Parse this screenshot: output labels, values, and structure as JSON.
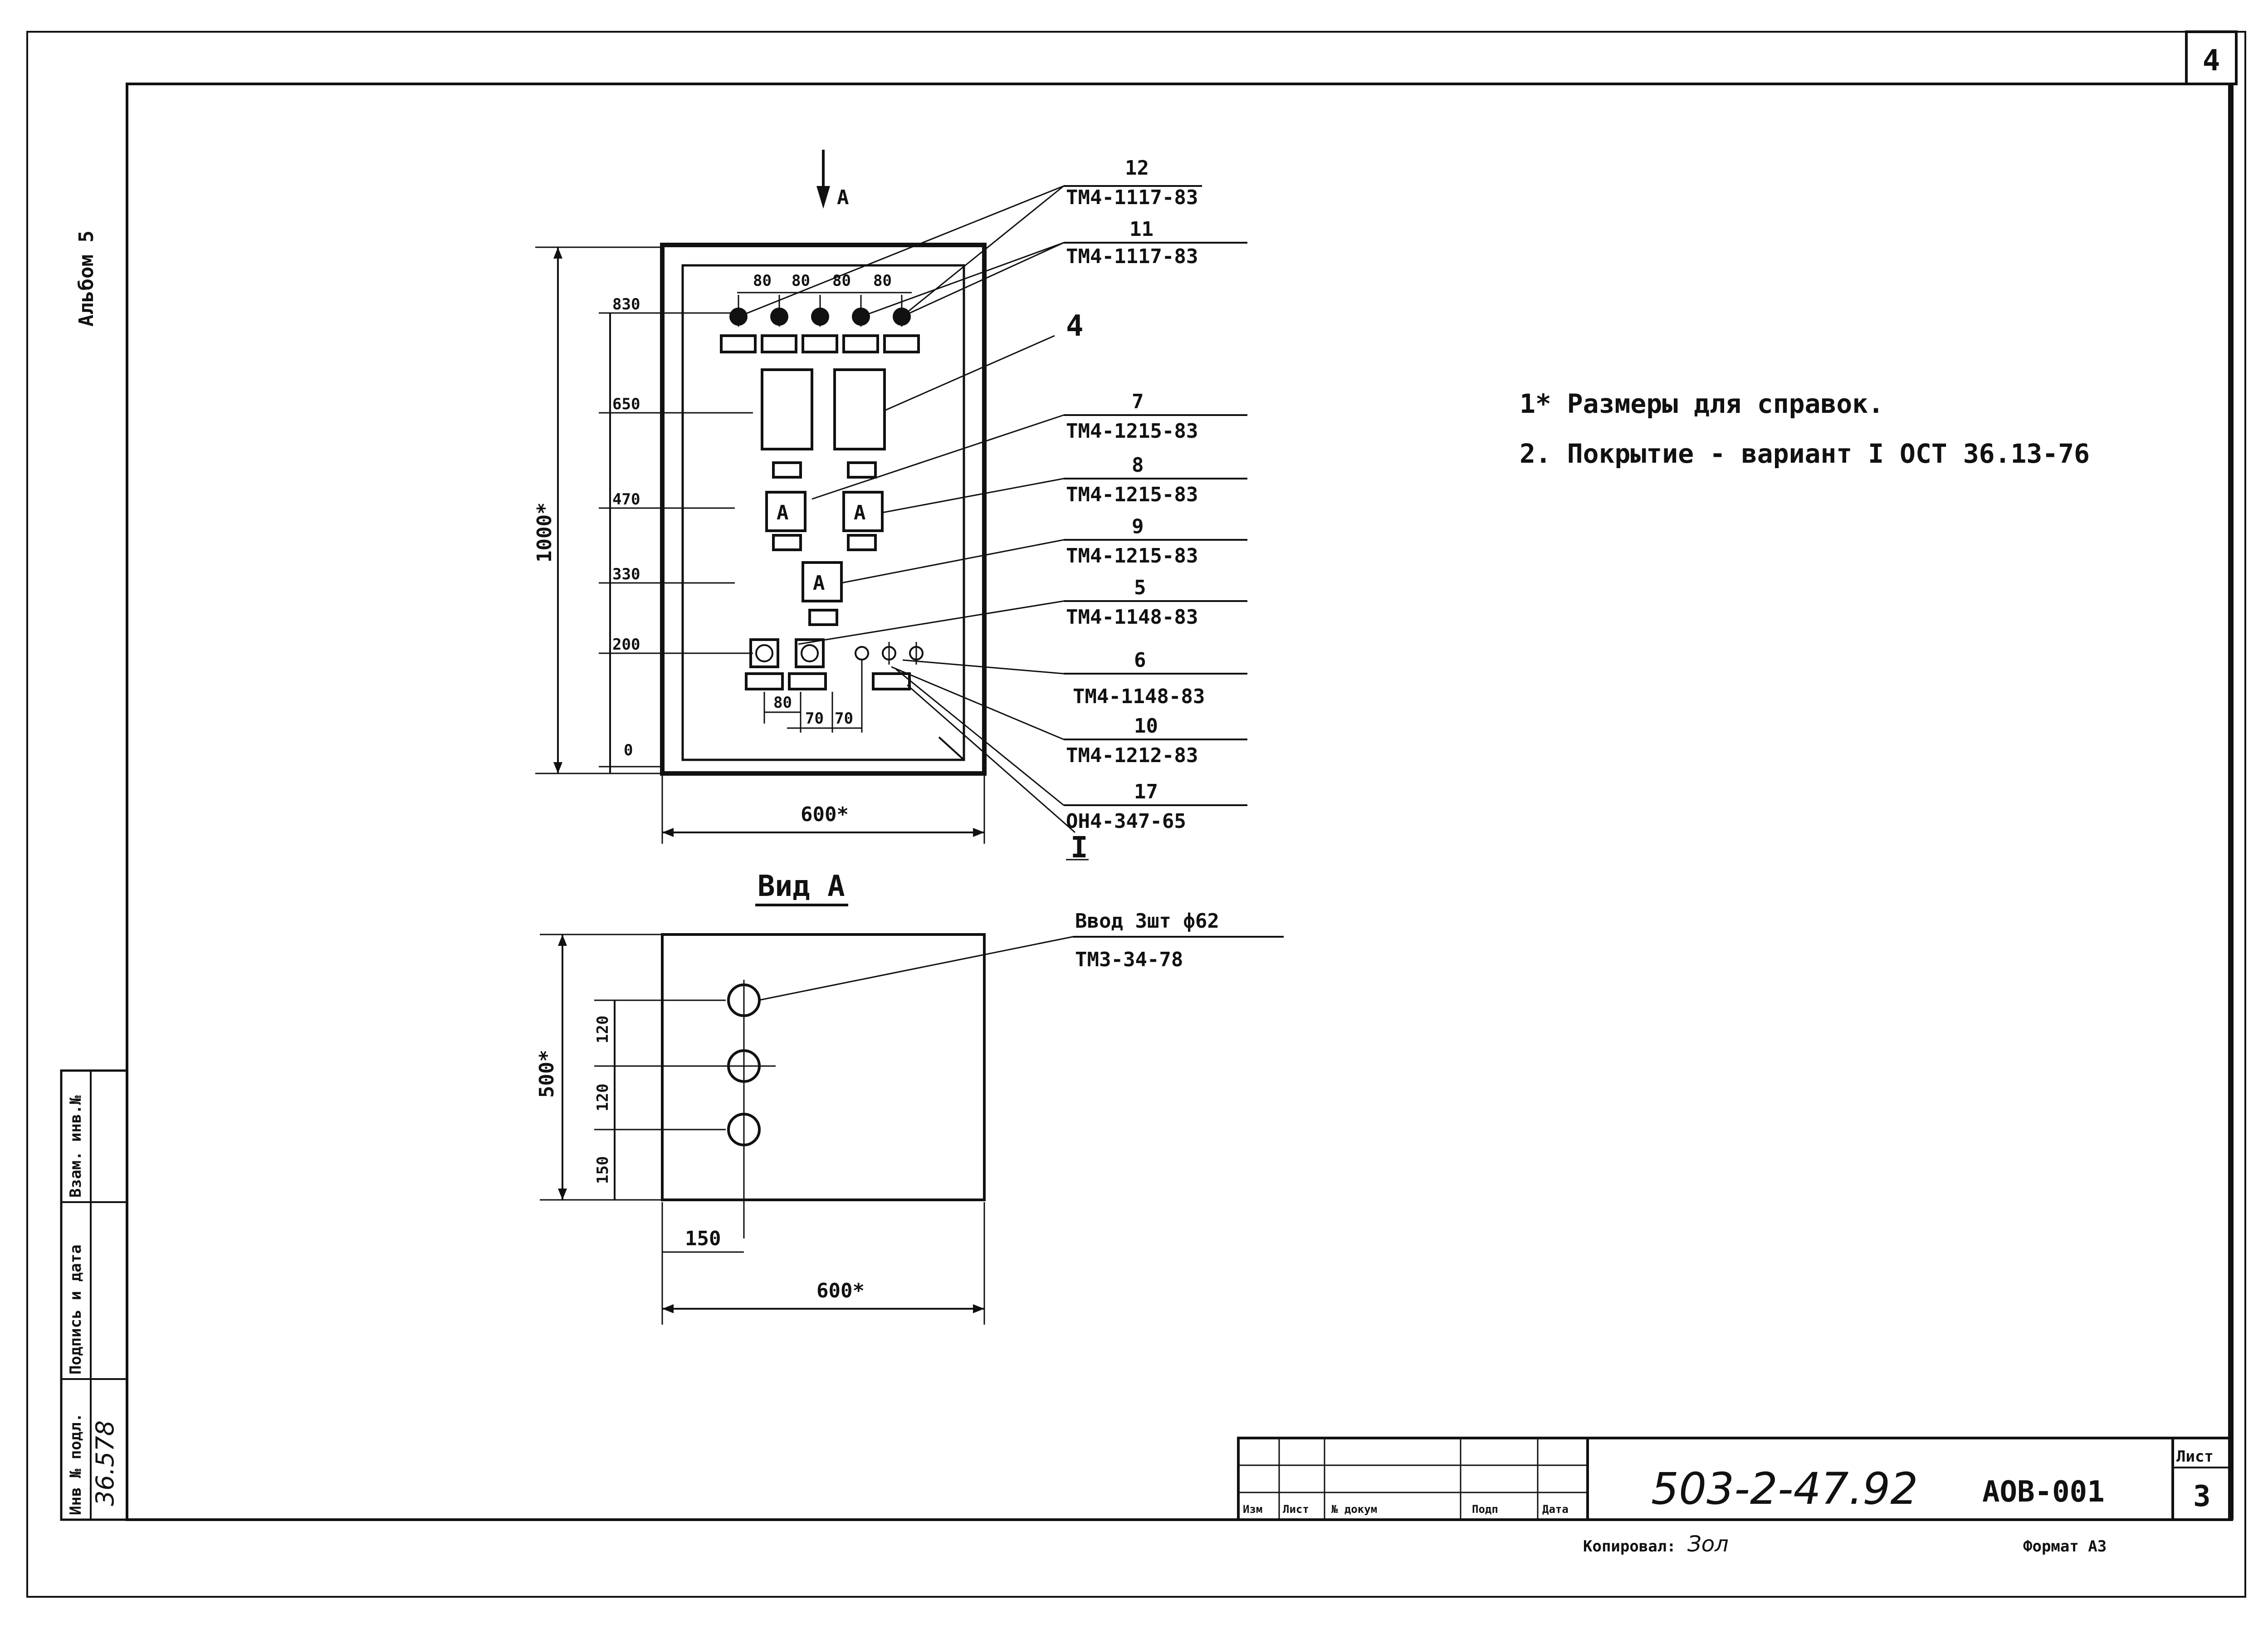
{
  "sheet": {
    "number_corner": "4",
    "album_label": "Альбом 5"
  },
  "side_stamp": {
    "cols": [
      "Инв № подл.",
      "Подпись и дата",
      "Взам. инв.№"
    ],
    "inv_value": "36.578"
  },
  "front_view": {
    "view_arrow_label": "А",
    "height_dim": "1000*",
    "width_dim": "600*",
    "levels": [
      "830",
      "650",
      "470",
      "330",
      "200",
      "0"
    ],
    "top_spacing": [
      "80",
      "80",
      "80",
      "80"
    ],
    "bottom_spacing": [
      "80",
      "70",
      "70"
    ]
  },
  "callouts": [
    {
      "num": "12",
      "code": "ТМ4-1117-83"
    },
    {
      "num": "11",
      "code": "ТМ4-1117-83"
    },
    {
      "num": "4",
      "code": ""
    },
    {
      "num": "7",
      "code": "ТМ4-1215-83"
    },
    {
      "num": "8",
      "code": "ТМ4-1215-83"
    },
    {
      "num": "9",
      "code": "ТМ4-1215-83"
    },
    {
      "num": "5",
      "code": "ТМ4-1148-83"
    },
    {
      "num": "6",
      "code": "ТМ4-1148-83"
    },
    {
      "num": "10",
      "code": "ТМ4-1212-83"
    },
    {
      "num": "17",
      "code": "ОН4-347-65"
    },
    {
      "num": "I",
      "code": ""
    }
  ],
  "view_a": {
    "title": "Вид А",
    "input_label": "Ввод 3шт ф62",
    "input_code": "ТМ3-34-78",
    "height_dim": "500*",
    "width_dim": "600*",
    "offset_dim": "150",
    "hole_spacing": [
      "120",
      "120",
      "150"
    ]
  },
  "notes": [
    "1* Размеры для справок.",
    "2. Покрытие - вариант I ОСТ 36.13-76"
  ],
  "title_block": {
    "doc_code": "503-2-47.92",
    "sheet_code": "АОВ-001",
    "sheet_label": "Лист",
    "sheet_number": "3",
    "headers": [
      "Изм",
      "Лист",
      "№ докум",
      "Подп",
      "Дата"
    ],
    "copied_label": "Копировал:",
    "copied_sign": "Зол",
    "format_label": "Формат А3"
  }
}
